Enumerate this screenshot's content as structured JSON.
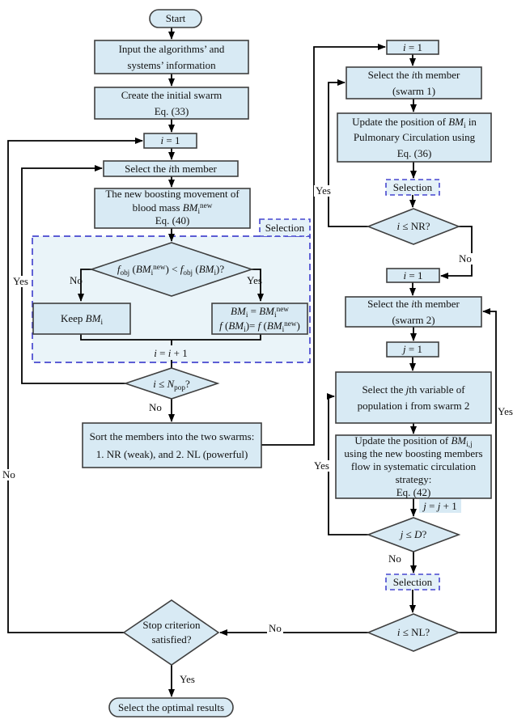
{
  "colors": {
    "node_fill": "#d8eaf4",
    "node_border": "#3f3f3f",
    "region_fill": "#eaf4f9",
    "selection_fill": "#e4f1f8",
    "dashed_border": "#4747cf",
    "line": "#000000",
    "text": "#111111"
  },
  "labels": {
    "yes": "Yes",
    "no": "No"
  },
  "nodes": {
    "start": {
      "label": "Start"
    },
    "input_info": {
      "lines": [
        "Input the algorithms’ and",
        "systems’ information"
      ]
    },
    "create_swarm": {
      "lines": [
        "Create the initial swarm",
        "Eq. (33)"
      ]
    },
    "i_eq_1_main": {
      "label": "*i* = 1"
    },
    "select_ith": {
      "label": "Select the *i*th member"
    },
    "boosting": {
      "lines": [
        "The new boosting movement of",
        "blood mass *BM*_{i}^{new}",
        "Eq. (40)"
      ]
    },
    "selection_main": {
      "label": "Selection"
    },
    "fobj_check": {
      "label": "*f*_{obj} (*BM*_{i}^{new}) < *f*_{obj} (*BM*_{i})?"
    },
    "keep": {
      "label": "Keep *BM*_{i}"
    },
    "replace": {
      "lines": [
        "*BM*_{i} = *BM*_{i}^{new}",
        "*f* (*BM*_{i})= *f* (*BM*_{i}^{new})"
      ]
    },
    "i_increment": {
      "label": "*i* = *i* + 1"
    },
    "npop_check": {
      "label": "*i* ≤ *N*_{pop}?"
    },
    "sort": {
      "lines": [
        "Sort the members into the two swarms:",
        "1. NR (weak), and 2. NL (powerful)"
      ]
    },
    "i_eq_1_swarm1": {
      "label": "*i* = 1"
    },
    "select_swarm1": {
      "lines": [
        "Select the *i*th member",
        "(swarm 1)"
      ]
    },
    "pulmonary": {
      "lines": [
        "Update the position of *BM*_{i} in",
        "Pulmonary Circulation using",
        "Eq. (36)"
      ]
    },
    "selection_swarm1": {
      "label": "Selection"
    },
    "nr_check": {
      "label": "*i* ≤ NR?"
    },
    "i_eq_1_swarm2": {
      "label": "*i* = 1"
    },
    "select_swarm2": {
      "lines": [
        "Select the *i*th member",
        "(swarm 2)"
      ]
    },
    "j_eq_1": {
      "label": "*j* = 1"
    },
    "select_jth": {
      "lines": [
        "Select the *j*th variable of",
        "population i from swarm 2"
      ]
    },
    "systemic": {
      "lines": [
        "Update the position of *BM*_{i,j}",
        "using the new boosting members",
        "flow in systematic circulation",
        "strategy:",
        "Eq. (42)"
      ]
    },
    "j_increment": {
      "label": "*j* = *j* + 1"
    },
    "d_check": {
      "label": "*j* ≤ *D*?"
    },
    "selection_swarm2": {
      "label": "Selection"
    },
    "nl_check": {
      "label": "*i* ≤ NL?"
    },
    "stop_check": {
      "lines": [
        "Stop criterion",
        "satisfied?"
      ]
    },
    "optimal": {
      "label": "Select the optimal results"
    }
  }
}
